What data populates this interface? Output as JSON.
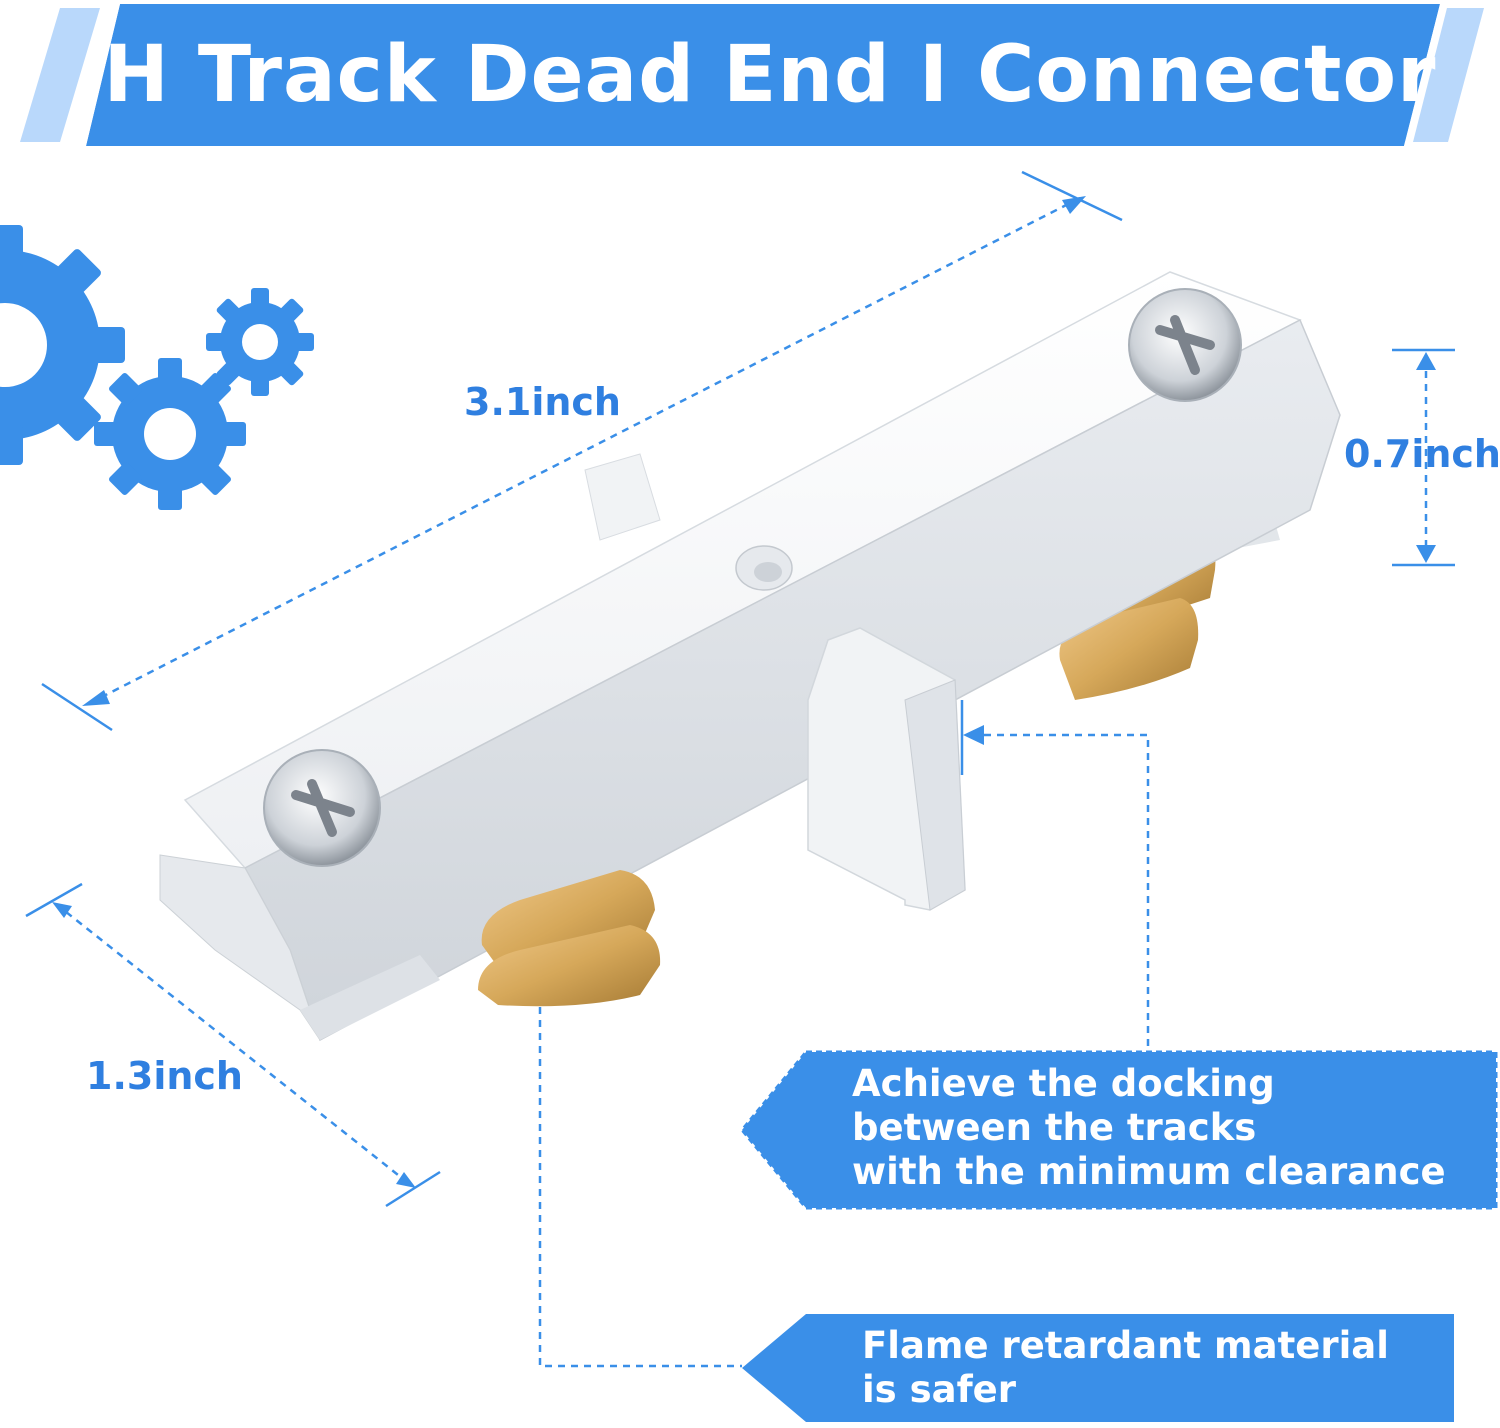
{
  "title": "H Track Dead End I Connector",
  "dimensions": {
    "length": "3.1inch",
    "height": "0.7inch",
    "width": "1.3inch"
  },
  "callouts": {
    "docking": [
      "Achieve the docking",
      "between the tracks",
      "with the minimum clearance"
    ],
    "material": [
      "Flame retardant material",
      "is safer"
    ]
  },
  "icons": [
    "gear-large-icon",
    "gear-medium-icon",
    "gear-small-icon"
  ],
  "colors": {
    "accent": "#3a8fe8",
    "banner": "#3a8fe8",
    "banner_light": "#b9d8fb",
    "connector_body": "#f4f5f7",
    "contact_brass": "#d6a85a"
  }
}
